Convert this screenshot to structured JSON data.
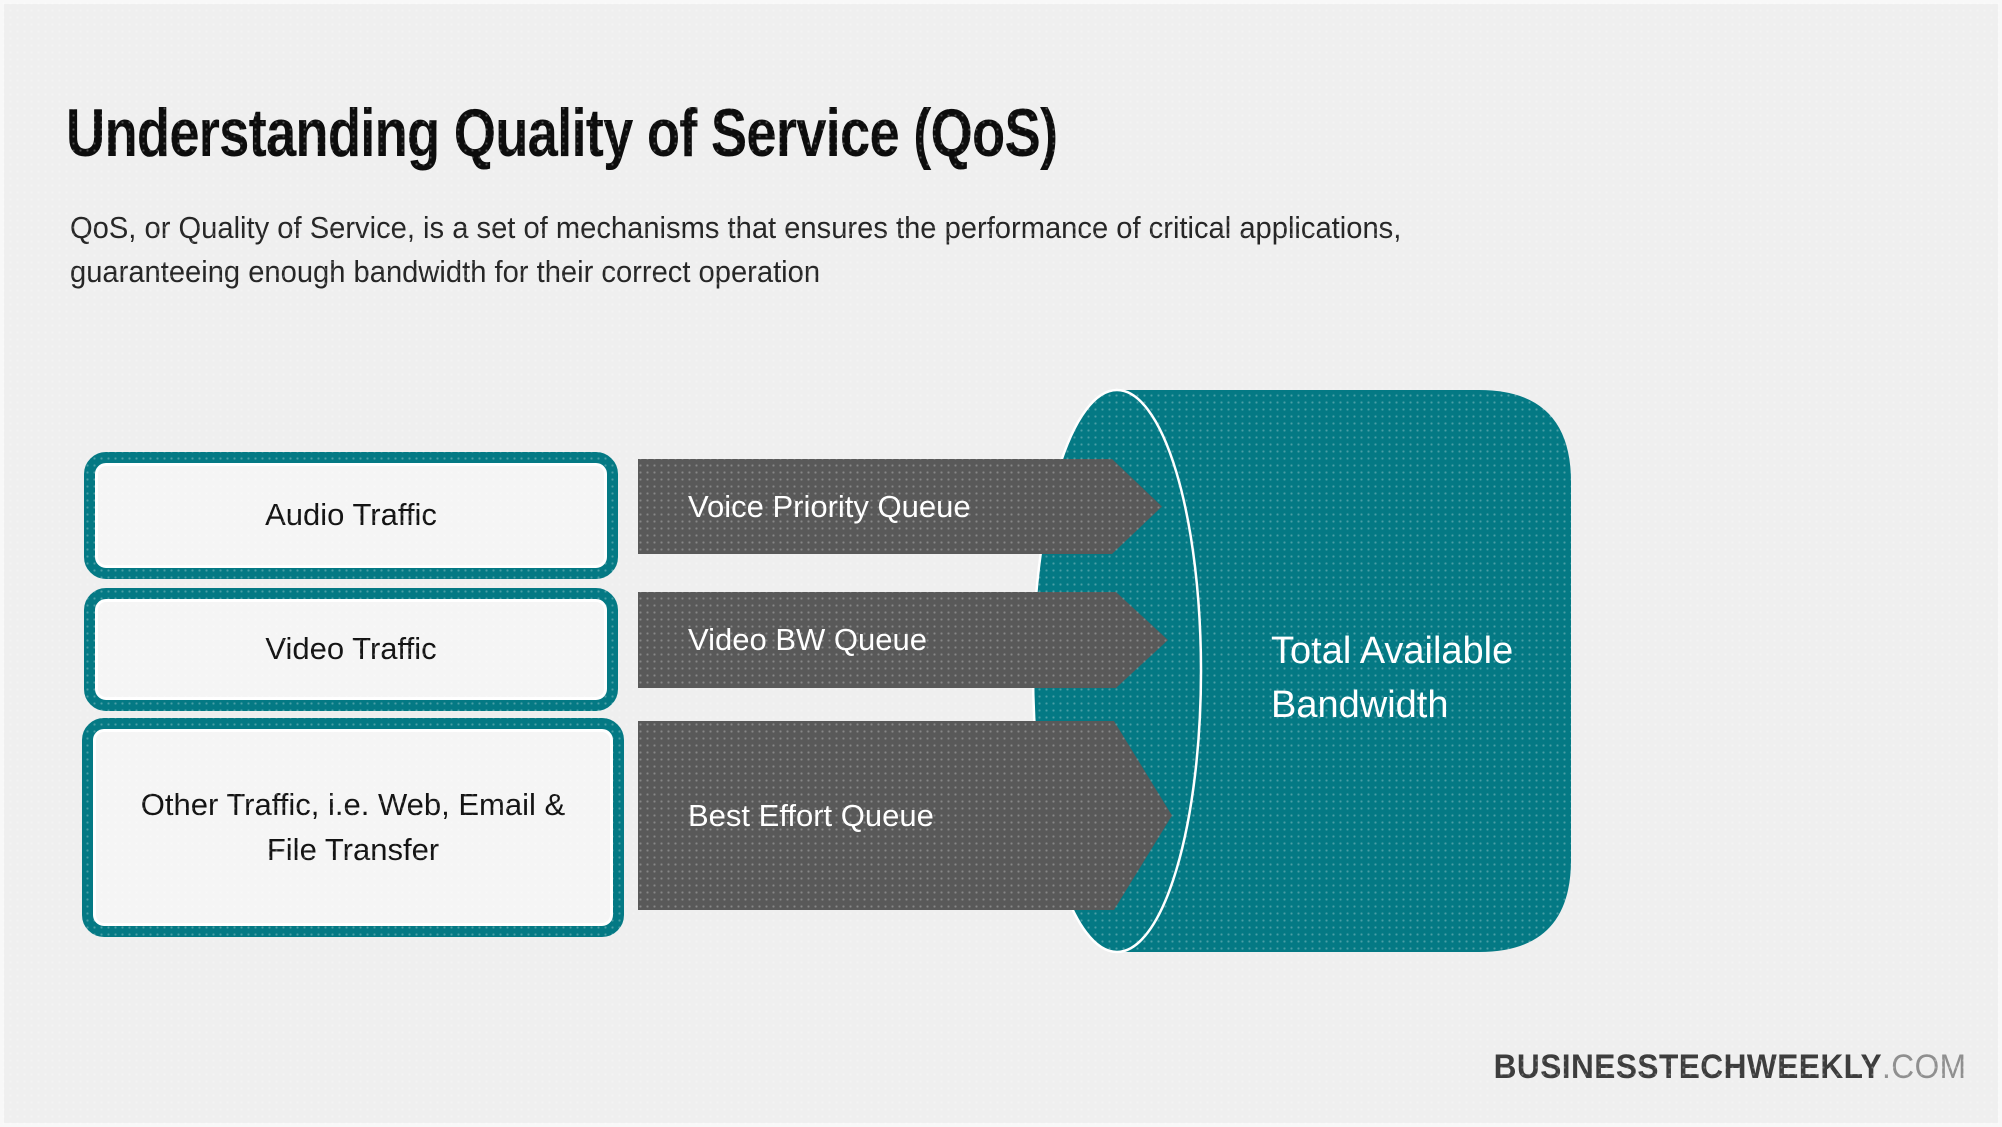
{
  "slide": {
    "title": "Understanding Quality of Service (QoS)",
    "subtitle": {
      "line1": "QoS, or Quality of Service, is a set of mechanisms that ensures the performance of critical applications,",
      "line2": "guaranteeing enough bandwidth for their correct operation"
    }
  },
  "traffic_boxes": [
    {
      "label": "Audio Traffic"
    },
    {
      "label": "Video Traffic"
    },
    {
      "label": "Other Traffic, i.e. Web, Email & File Transfer"
    }
  ],
  "queue_arrows": [
    {
      "label": "Voice Priority Queue"
    },
    {
      "label": "Video BW Queue"
    },
    {
      "label": "Best Effort Queue"
    }
  ],
  "bandwidth_cylinder": {
    "label_line1": "Total Available",
    "label_line2": "Bandwidth"
  },
  "footer": {
    "brand": "BUSINESSTECHWEEKLY",
    "domain_suffix": ".COM"
  },
  "colors": {
    "teal": "#047984",
    "arrow_gray": "#595959",
    "background": "#efefef"
  }
}
